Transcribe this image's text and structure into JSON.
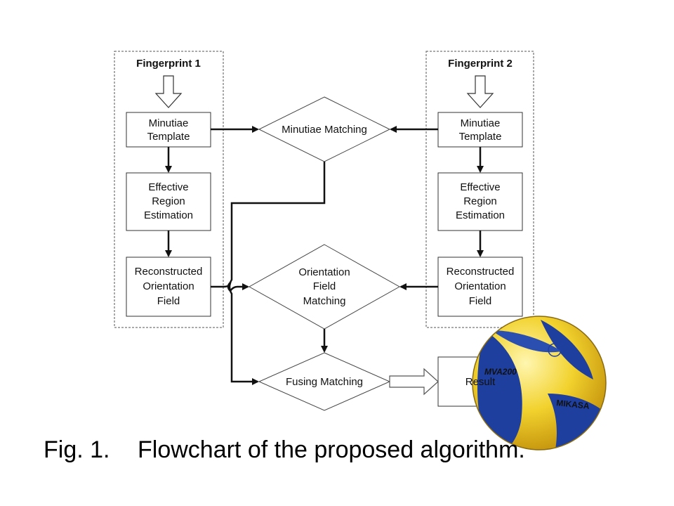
{
  "panel_left": {
    "title": "Fingerprint 1"
  },
  "panel_right": {
    "title": "Fingerprint 2"
  },
  "left_boxes": {
    "minutiae_template": [
      "Minutiae",
      "Template"
    ],
    "effective_region": [
      "Effective",
      "Region",
      "Estimation"
    ],
    "reconstructed_field": [
      "Reconstructed",
      "Orientation",
      "Field"
    ]
  },
  "right_boxes": {
    "minutiae_template": [
      "Minutiae",
      "Template"
    ],
    "effective_region": [
      "Effective",
      "Region",
      "Estimation"
    ],
    "reconstructed_field": [
      "Reconstructed",
      "Orientation",
      "Field"
    ]
  },
  "diamonds": {
    "minutiae_matching": [
      "Minutiae Matching"
    ],
    "orientation_field_matching": [
      "Orientation",
      "Field",
      "Matching"
    ],
    "fusing_matching": [
      "Fusing Matching"
    ]
  },
  "result": {
    "label": "Result"
  },
  "ball": {
    "model_text": "MVA200",
    "brand_text": "MIKASA"
  },
  "caption": {
    "number": "Fig. 1.",
    "text": "Flowchart of the proposed algorithm."
  },
  "colors": {
    "ball_yellow": "#f2d22e",
    "ball_blue": "#1f3f9e",
    "line": "#111111"
  }
}
